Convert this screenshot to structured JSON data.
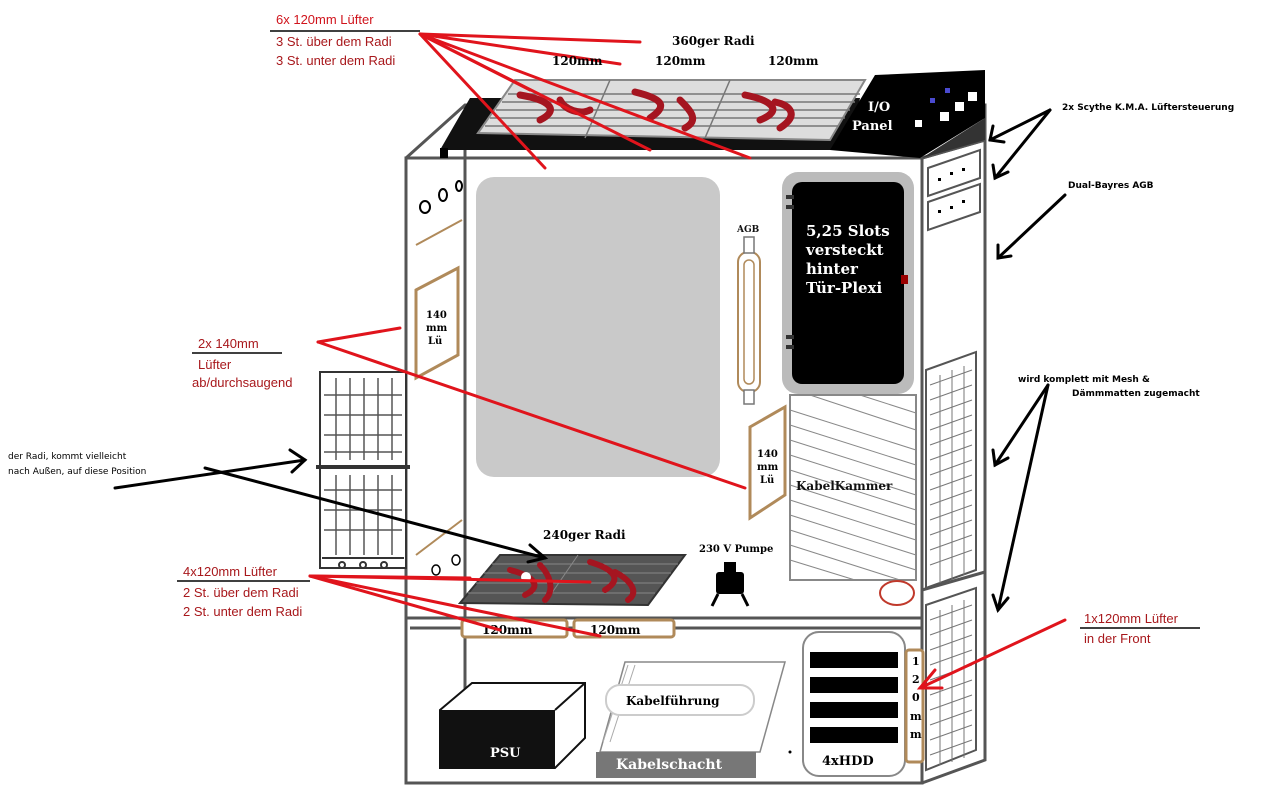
{
  "labels": {
    "top_fans_title": "6x 120mm Lüfter",
    "top_fans_line1": "3 St. über dem Radi",
    "top_fans_line2": "3 St. unter dem Radi",
    "radi360": "360ger Radi",
    "mm120_a": "120mm",
    "mm120_b": "120mm",
    "mm120_c": "120mm",
    "io_line1": "I/O",
    "io_line2": "Panel",
    "scythe": "2x Scythe K.M.A. Lüftersteuerung",
    "dual_bay": "Dual-Bayres AGB",
    "slots_1": "5,25 Slots",
    "slots_2": "versteckt",
    "slots_3": "hinter",
    "slots_4": "Tür-Plexi",
    "agb": "AGB",
    "fan140_left_1": "140",
    "fan140_left_2": "mm",
    "fan140_left_3": "Lü",
    "fan140_right_1": "140",
    "fan140_right_2": "mm",
    "fan140_right_3": "Lü",
    "side_fans_title": "2x 140mm",
    "side_fans_line1": "Lüfter",
    "side_fans_line2": "ab/durchsaugend",
    "mesh_1": "wird komplett mit Mesh &",
    "mesh_2": "Dämmmatten zugemacht",
    "radi_note_1": "der Radi, kommt vielleicht",
    "radi_note_2": "nach Außen, auf diese Position",
    "kabelkammer": "KabelKammer",
    "radi240": "240ger Radi",
    "pump": "230 V Pumpe",
    "bottom_fans_title": "4x120mm Lüfter",
    "bottom_fans_line1": "2 St. über dem Radi",
    "bottom_fans_line2": "2 St. unter dem Radi",
    "mm120_d": "120mm",
    "mm120_e": "120mm",
    "front_fan_title": "1x120mm Lüfter",
    "front_fan_line1": "in der Front",
    "front_vertical": [
      "1",
      "2",
      "0",
      "m",
      "m"
    ],
    "kabelfuehrung": "Kabelführung",
    "psu": "PSU",
    "kabelschacht": "Kabelschacht",
    "hdd": "4xHDD"
  }
}
